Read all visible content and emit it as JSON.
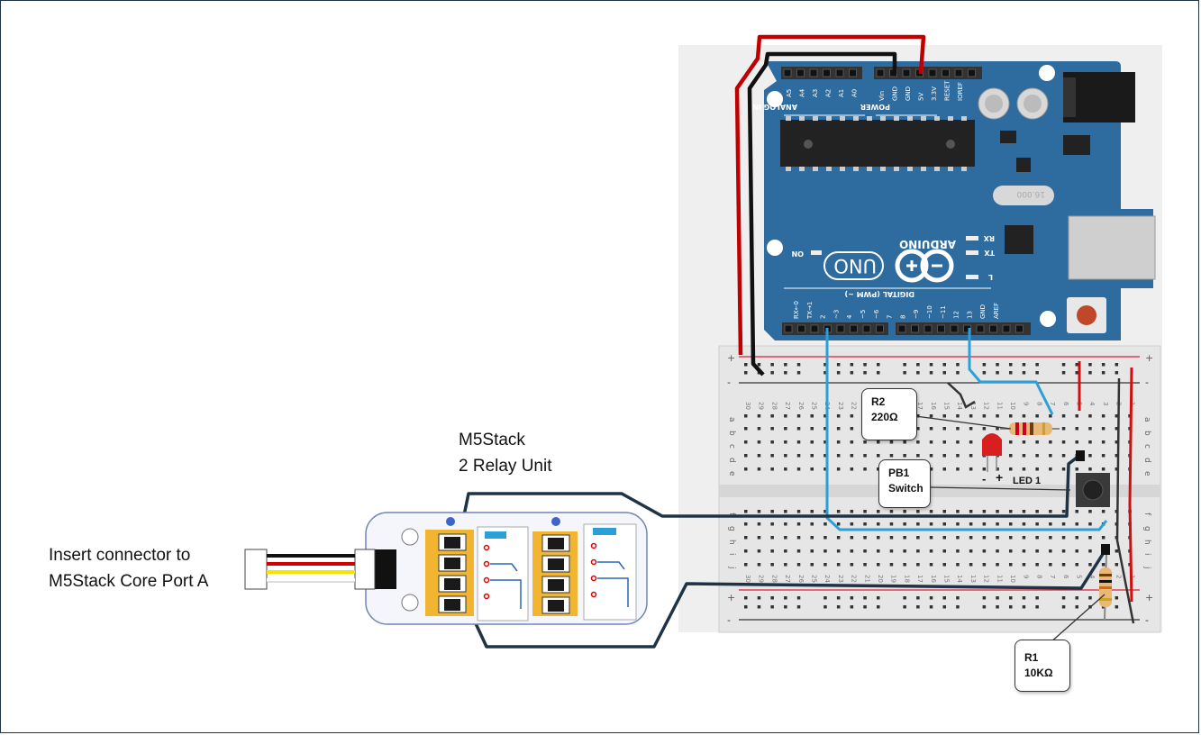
{
  "labels": {
    "relay_unit": [
      "M5Stack",
      "2 Relay Unit"
    ],
    "connector": [
      "Insert connector to",
      "M5Stack Core Port A"
    ]
  },
  "callouts": {
    "r2": [
      "R2",
      "220Ω"
    ],
    "pb1": [
      "PB1",
      "Switch"
    ],
    "r1": [
      "R1",
      "10KΩ"
    ]
  },
  "led": {
    "minus": "-",
    "plus": "+",
    "name": "LED 1"
  },
  "arduino": {
    "brand": "ARDUINO",
    "model": "UNO",
    "on": "ON",
    "tx": "TX",
    "rx": "RX",
    "l": "L",
    "digital": "DIGITAL (PWM ~)",
    "analog": "ANALOG IN",
    "power": "POWER",
    "crystal": "16.000",
    "power_pins": [
      "IOREF",
      "RESET",
      "3.3V",
      "5V",
      "GND",
      "GND",
      "Vin"
    ],
    "analog_pins": [
      "A0",
      "A1",
      "A2",
      "A3",
      "A4",
      "A5"
    ],
    "digital_pins": [
      "AREF",
      "GND",
      "13",
      "12",
      "~11",
      "~10",
      "~9",
      "8",
      "7",
      "~6",
      "~5",
      "4",
      "~3",
      "2",
      "TX→1",
      "RX←0"
    ]
  },
  "breadboard": {
    "row_letters_top": [
      "a",
      "b",
      "c",
      "d",
      "e"
    ],
    "row_letters_bottom": [
      "f",
      "g",
      "h",
      "i",
      "j"
    ],
    "column_numbers": [
      "30",
      "29",
      "28",
      "27",
      "26",
      "25",
      "24",
      "23",
      "22",
      "21",
      "20",
      "19",
      "18",
      "17",
      "16",
      "15",
      "14",
      "13",
      "12",
      "11",
      "10",
      "9",
      "8",
      "7",
      "6",
      "5",
      "4",
      "3",
      "2",
      "1"
    ],
    "plus": "+",
    "minus": "-"
  },
  "colors": {
    "board_blue": "#2e6b9e",
    "breadboard": "#e6e6e6",
    "wire_red": "#c00000",
    "wire_black": "#111111",
    "wire_blue": "#2a9fd8",
    "wire_navy": "#1f3346",
    "relay_yellow": "#f2b531"
  }
}
